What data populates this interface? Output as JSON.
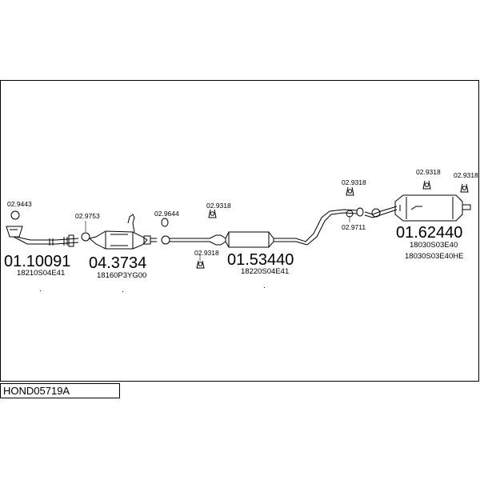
{
  "diagram_code": "HOND05719A",
  "parts": [
    {
      "id": "front_pipe",
      "number": "01.10091",
      "oem": [
        "18210S04E41"
      ]
    },
    {
      "id": "catalyst",
      "number": "04.3734",
      "oem": [
        "18160P3YG00"
      ]
    },
    {
      "id": "middle_silencer",
      "number": "01.53440",
      "oem": [
        "18220S04E41"
      ]
    },
    {
      "id": "rear_silencer",
      "number": "01.62440",
      "oem": [
        "18030S03E40",
        "18030S03E40HE"
      ]
    }
  ],
  "accessories": [
    {
      "id": "acc1",
      "ref": "02.9443",
      "icon": "gasket-ring-icon"
    },
    {
      "id": "acc2",
      "ref": "02.9753",
      "icon": "gasket-ring-icon"
    },
    {
      "id": "acc3",
      "ref": "02.9644",
      "icon": "gasket-ring-icon"
    },
    {
      "id": "acc4",
      "ref": "02.9318",
      "icon": "rubber-hanger-icon"
    },
    {
      "id": "acc5",
      "ref": "02.9318",
      "icon": "rubber-hanger-icon"
    },
    {
      "id": "acc6",
      "ref": "02.9318",
      "icon": "rubber-hanger-icon"
    },
    {
      "id": "acc7",
      "ref": "02.9711",
      "icon": "gasket-ring-icon"
    },
    {
      "id": "acc8",
      "ref": "02.9318",
      "icon": "rubber-hanger-icon"
    },
    {
      "id": "acc9",
      "ref": "02.9318",
      "icon": "rubber-hanger-icon"
    }
  ]
}
